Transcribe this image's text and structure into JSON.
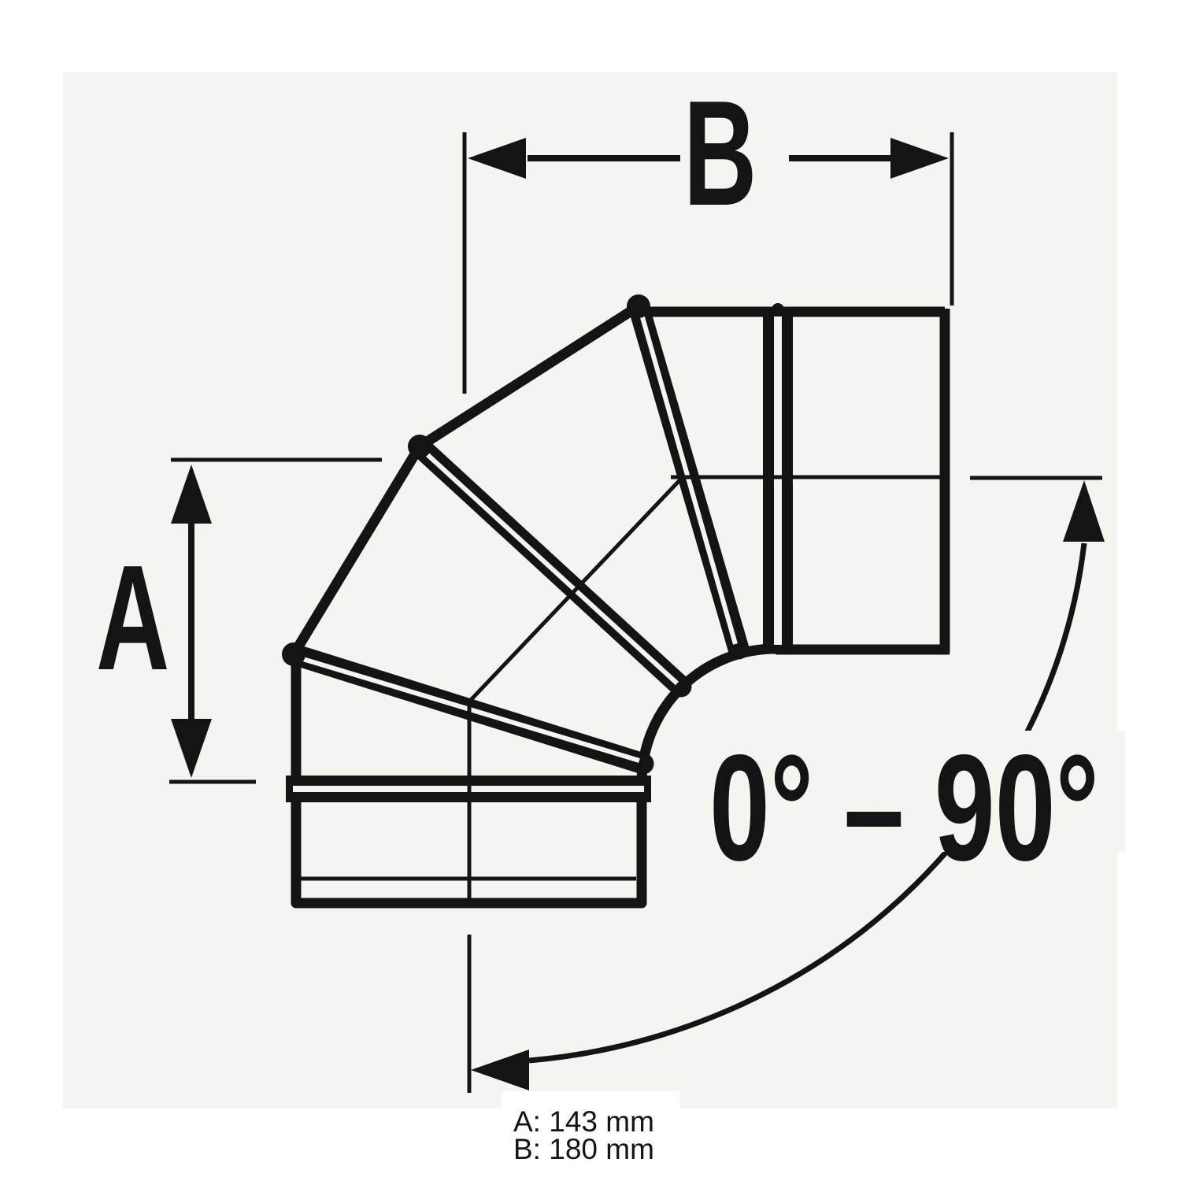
{
  "labels": {
    "dim_a": "A",
    "dim_b": "B",
    "angle_range": "0° – 90°"
  },
  "specs": {
    "line_a": "A: 143 mm",
    "line_b": "B: 180 mm"
  },
  "dimensions_shown": {
    "a_mm": 143,
    "b_mm": 180,
    "angle_min_deg": 0,
    "angle_max_deg": 90
  },
  "colors": {
    "page": "#ffffff",
    "canvas": "#f5f4f0",
    "line": "#141414"
  }
}
